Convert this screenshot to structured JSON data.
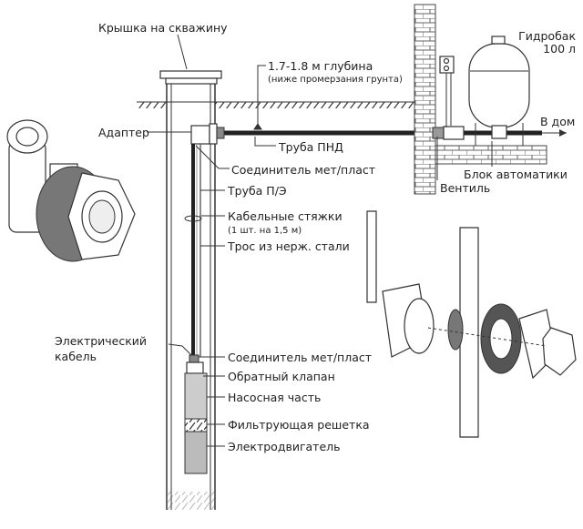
{
  "labels": {
    "well_cap": "Крышка на скважину",
    "depth": "1.7-1.8 м глубина",
    "depth_note": "(ниже промерзания грунта)",
    "tank": "Гидробак",
    "tank_volume": "100 л",
    "to_house": "В дом",
    "adapter": "Адаптер",
    "hdpe_pipe": "Труба ПНД",
    "connector_top": "Соединитель мет/пласт",
    "automation_block": "Блок автоматики",
    "valve": "Вентиль",
    "pe_pipe": "Труба П/Э",
    "cable_ties": "Кабельные стяжки",
    "cable_ties_note": "(1 шт. на 1,5 м)",
    "steel_rope": "Трос из нерж. стали",
    "electric_cable_1": "Электрический",
    "electric_cable_2": "кабель",
    "connector_bottom": "Соединитель мет/пласт",
    "check_valve": "Обратный клапан",
    "pump_section": "Насосная часть",
    "filter_screen": "Фильтрующая решетка",
    "motor": "Электродвигатель"
  }
}
